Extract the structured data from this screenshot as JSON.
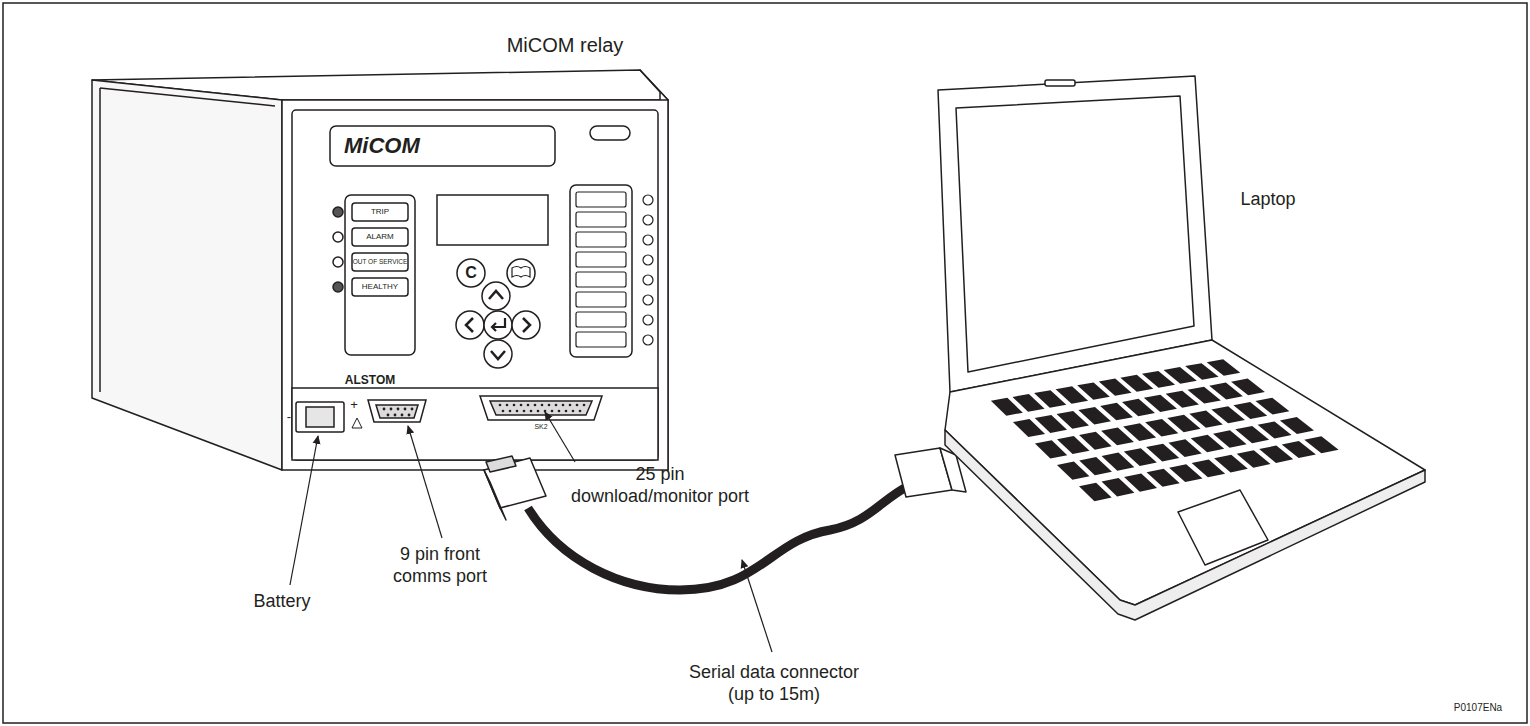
{
  "diagram": {
    "labels": [
      "MiCOM relay",
      "MiCOM",
      "TRIP",
      "ALARM",
      "OUT OF SERVICE",
      "HEALTHY",
      "C",
      "ALSTOM",
      "-",
      "+",
      "SK2",
      "Laptop",
      "25 pin download/monitor port",
      "Battery",
      "9 pin front comms port",
      "Serial data connector (up to 15m)",
      "P0107ENa"
    ]
  }
}
